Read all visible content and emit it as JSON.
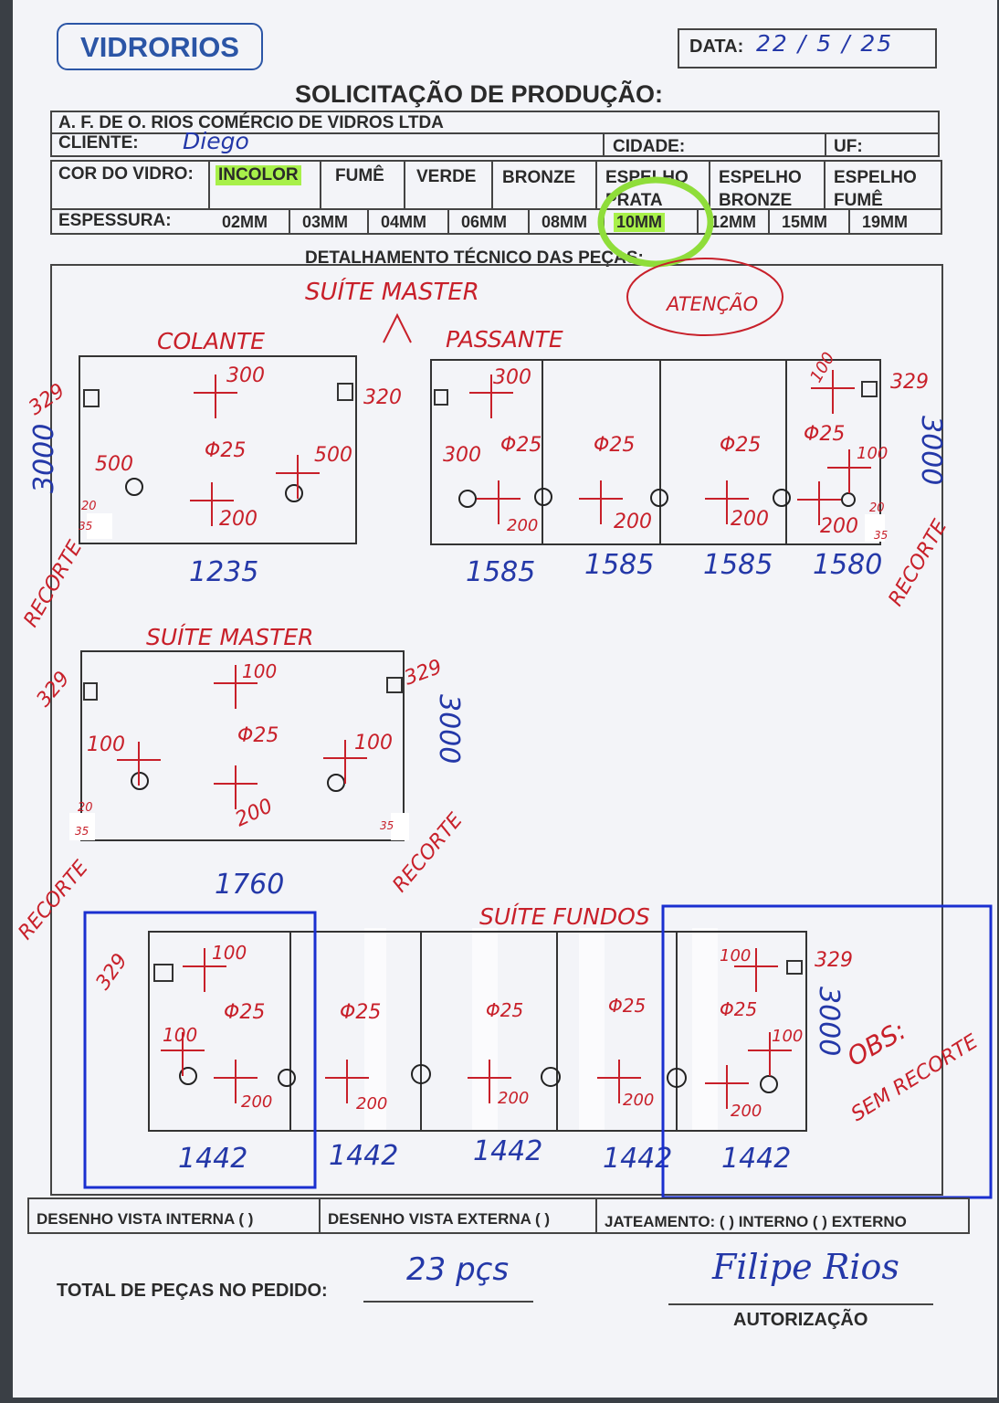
{
  "header": {
    "logo": "VIDRORIOS",
    "date_label": "DATA:",
    "date_value": "22 / 5 / 25",
    "title": "SOLICITAÇÃO DE PRODUÇÃO:",
    "company": "A. F. DE O. RIOS COMÉRCIO DE VIDROS LTDA",
    "client_label": "CLIENTE:",
    "client_value": "Diego",
    "city_label": "CIDADE:",
    "uf_label": "UF:"
  },
  "glass": {
    "color_label": "COR DO VIDRO:",
    "colors": [
      "INCOLOR",
      "FUMÊ",
      "VERDE",
      "BRONZE",
      "ESPELHO PRATA",
      "ESPELHO BRONZE",
      "ESPELHO FUMÊ"
    ],
    "selected_color": "INCOLOR",
    "thickness_label": "ESPESSURA:",
    "thicknesses": [
      "02MM",
      "03MM",
      "04MM",
      "06MM",
      "08MM",
      "10MM",
      "12MM",
      "15MM",
      "19MM"
    ],
    "selected_thickness": "10MM",
    "highlight_color": "#a8f04a"
  },
  "detail": {
    "section_title": "DETALHAMENTO TÉCNICO DAS PEÇAS:",
    "notes": {
      "suite_master_top": "SUÍTE MASTER",
      "attention": "ATENÇÃO",
      "colante": "COLANTE",
      "passante": "PASSANTE",
      "suite_master_mid": "SUÍTE MASTER",
      "suite_fundos": "SUÍTE FUNDOS",
      "obs": "OBS:",
      "sem_recorte": "SEM RECORTE",
      "recorte": "RECORTE"
    },
    "dims": {
      "h329": "329",
      "h320": "320",
      "h3000": "3000",
      "d300": "300",
      "d500": "500",
      "phi": "Φ25",
      "d200": "200",
      "d100": "100",
      "d20": "20",
      "d35": "35",
      "w1235": "1235",
      "w1585": "1585",
      "w1580": "1580",
      "w1760": "1760",
      "w1442": "1442"
    }
  },
  "footer": {
    "internal": "DESENHO VISTA INTERNA ( )",
    "external": "DESENHO VISTA EXTERNA ( )",
    "sandblast": "JATEAMENTO: ( ) INTERNO ( ) EXTERNO",
    "total_label": "TOTAL DE PEÇAS NO PEDIDO:",
    "total_value": "23 pçs",
    "signature": "Filipe Rios",
    "auth_label": "AUTORIZAÇÃO"
  },
  "annotation_color": "#1a2fd0",
  "ink_red": "#c8202a",
  "ink_blue": "#2438a8"
}
